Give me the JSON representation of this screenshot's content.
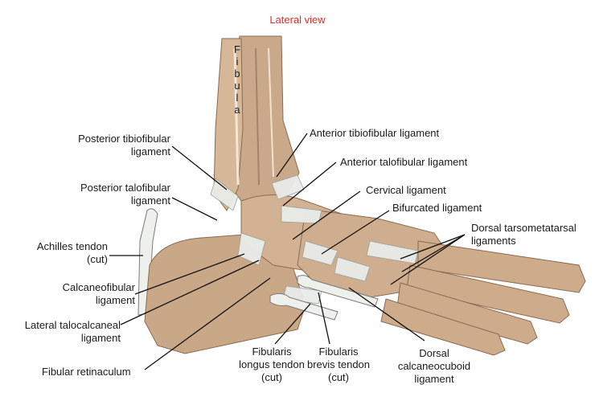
{
  "title": "Lateral view",
  "bone_label": "F\ni\nb\nu\nl\na",
  "labels": {
    "posterior_tibiofibular": "Posterior tibiofibular\nligament",
    "posterior_talofibular": "Posterior talofibular\nligament",
    "achilles": "Achilles tendon\n(cut)",
    "calcaneofibular": "Calcaneofibular\nligament",
    "lateral_talocalcaneal": "Lateral talocalcaneal\nligament",
    "fibular_retinaculum": "Fibular retinaculum",
    "anterior_tibiofibular": "Anterior tibiofibular ligament",
    "anterior_talofibular": "Anterior talofibular ligament",
    "cervical": "Cervical ligament",
    "bifurcated": "Bifurcated ligament",
    "dorsal_tarsometatarsal": "Dorsal tarsometatarsal\nligaments",
    "fibularis_longus": "Fibularis\nlongus tendon\n(cut)",
    "fibularis_brevis": "Fibularis\nbrevis tendon\n(cut)",
    "dorsal_calcaneocuboid": "Dorsal\ncalcaneocuboid\nligament"
  },
  "colors": {
    "title": "#d9312d",
    "bone": "#c8a98a",
    "bone_dark": "#9d7a5c",
    "ligament": "#e9ece8",
    "line": "#111111"
  }
}
